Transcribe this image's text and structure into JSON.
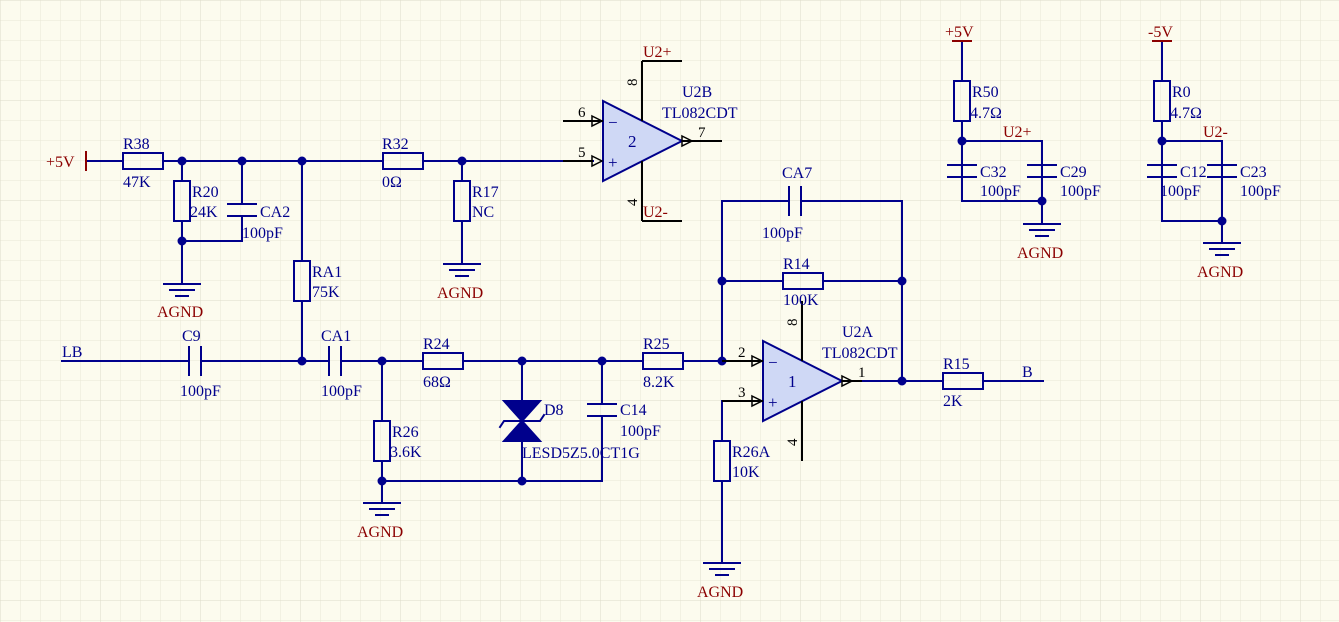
{
  "colors": {
    "background": "#fcfbee",
    "grid": "#e6e4d4",
    "wire": "#00008c",
    "power": "#8b0000",
    "pin": "#000000",
    "body": "#cfd8f5"
  },
  "nets": {
    "vplus": "+5V",
    "vminus": "-5V",
    "agnd": "AGND",
    "lb": "LB",
    "b": "B",
    "u2p": "U2+",
    "u2m": "U2-"
  },
  "components": {
    "R38": {
      "ref": "R38",
      "value": "47K"
    },
    "R20": {
      "ref": "R20",
      "value": "24K"
    },
    "CA2": {
      "ref": "CA2",
      "value": "100pF"
    },
    "RA1": {
      "ref": "RA1",
      "value": "75K"
    },
    "R32": {
      "ref": "R32",
      "value": "0Ω"
    },
    "R17": {
      "ref": "R17",
      "value": "NC"
    },
    "C9": {
      "ref": "C9",
      "value": "100pF"
    },
    "CA1": {
      "ref": "CA1",
      "value": "100pF"
    },
    "R24": {
      "ref": "R24",
      "value": "68Ω"
    },
    "R26": {
      "ref": "R26",
      "value": "3.6K"
    },
    "D8": {
      "ref": "D8",
      "value": "LESD5Z5.0CT1G"
    },
    "C14": {
      "ref": "C14",
      "value": "100pF"
    },
    "R25": {
      "ref": "R25",
      "value": "8.2K"
    },
    "CA7": {
      "ref": "CA7",
      "value": "100pF"
    },
    "R14": {
      "ref": "R14",
      "value": "100K"
    },
    "R26A": {
      "ref": "R26A",
      "value": "10K"
    },
    "R15": {
      "ref": "R15",
      "value": "2K"
    },
    "R50": {
      "ref": "R50",
      "value": "4.7Ω"
    },
    "C32": {
      "ref": "C32",
      "value": "100pF"
    },
    "C29": {
      "ref": "C29",
      "value": "100pF"
    },
    "R0": {
      "ref": "R0",
      "value": "4.7Ω"
    },
    "C12": {
      "ref": "C12",
      "value": "100pF"
    },
    "C23": {
      "ref": "C23",
      "value": "100pF"
    }
  },
  "opamps": {
    "U2B": {
      "ref": "U2B",
      "part": "TL082CDT",
      "unit": "2",
      "pins": {
        "inv": "6",
        "noninv": "5",
        "out": "7",
        "vp": "8",
        "vm": "4"
      }
    },
    "U2A": {
      "ref": "U2A",
      "part": "TL082CDT",
      "unit": "1",
      "pins": {
        "inv": "2",
        "noninv": "3",
        "out": "1",
        "vp": "8",
        "vm": "4"
      }
    }
  },
  "symbols": {
    "minus": "−",
    "plus": "+"
  }
}
